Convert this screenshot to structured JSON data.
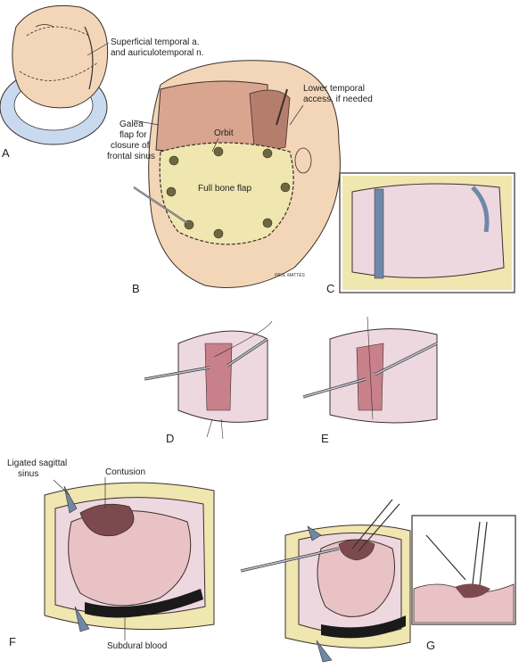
{
  "panels": {
    "a": "A",
    "b": "B",
    "c": "C",
    "d": "D",
    "e": "E",
    "f": "F",
    "g": "G"
  },
  "labels": {
    "superficial_temporal_line1": "Superficial temporal a.",
    "superficial_temporal_line2": "and auriculotemporal n.",
    "galea_line1": "Galea",
    "galea_line2": "flap for",
    "galea_line3": "closure of",
    "galea_line4": "frontal sinus",
    "orbit": "Orbit",
    "lower_temporal_line1": "Lower temporal",
    "lower_temporal_line2": "access, if needed",
    "full_bone_flap": "Full bone flap",
    "ligated_sagittal_line1": "Ligated sagittal",
    "ligated_sagittal_line2": "sinus",
    "contusion": "Contusion",
    "subdural_blood": "Subdural blood",
    "signature": "PAUL MATTES"
  },
  "colors": {
    "skin": "#f3d6b8",
    "skin_shadow": "#e4b690",
    "scalp_flap": "#d9a58f",
    "bone": "#efe6b0",
    "dura": "#eed8e0",
    "brain": "#e9c2c6",
    "contusion": "#7c4a4e",
    "blood": "#1a1a1a",
    "instrument": "#b9c9dc",
    "collar": "#c9daf0",
    "outline": "#3a2f2a"
  }
}
